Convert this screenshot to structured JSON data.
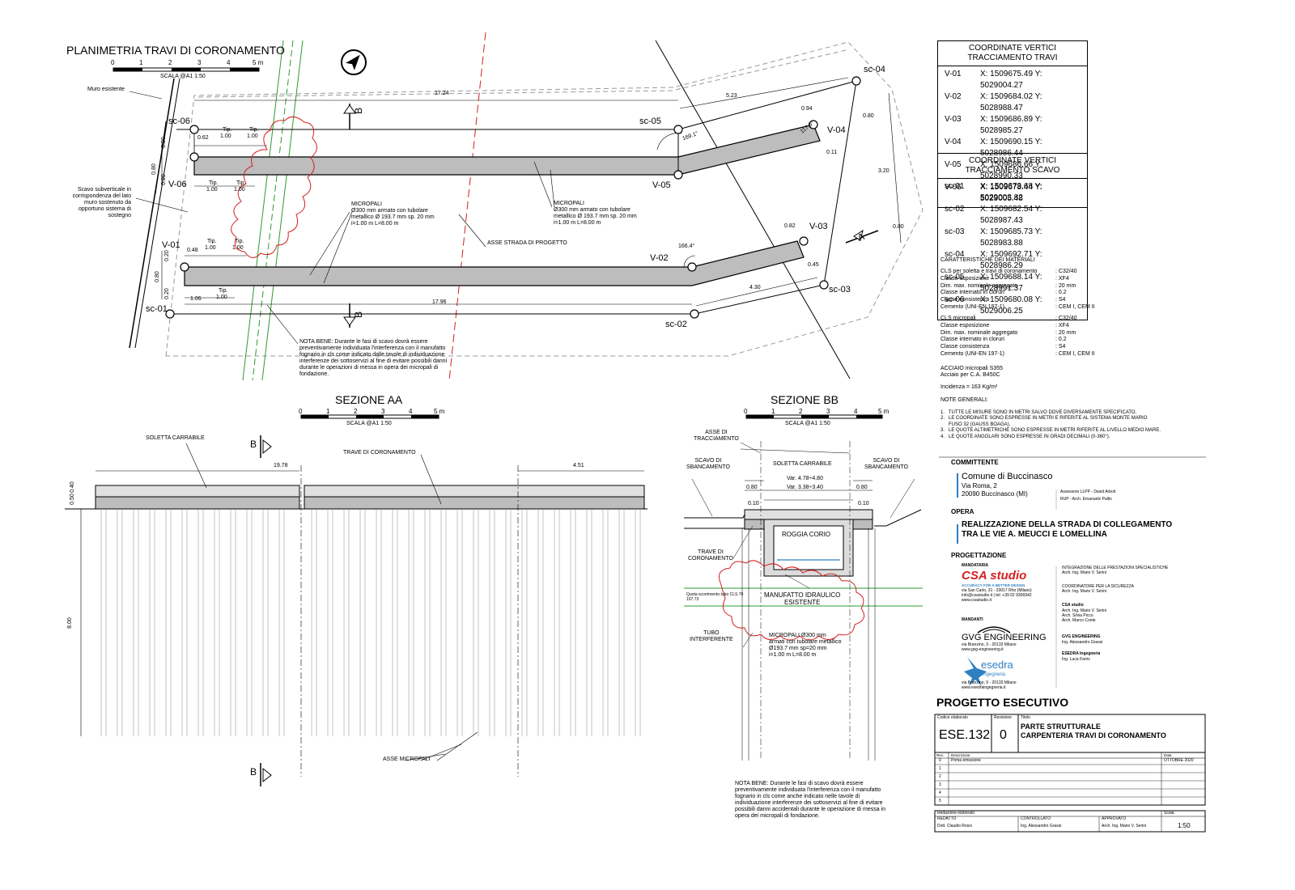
{
  "plan": {
    "title": "PLANIMETRIA TRAVI DI CORONAMENTO",
    "scale_label": "SCALA @A1 1:50",
    "scale_ticks": [
      "0",
      "1",
      "2",
      "3",
      "4",
      "5 m"
    ],
    "muro_esistente": "Muro esistente",
    "scavo_note": "Scavo subverticale in\ncorrispondenza del lato\nmuro sostenuto da\nopportuno sistema di\nsostegno",
    "asse_strada": "ASSE STRADA DI PROGETTO",
    "micropali_1": "MICROPALI\nØ300 mm armato con tubolare\nmetallico Ø 193.7 mm sp. 20 mm\ni=1.00 m L=8.00 m",
    "micropali_2": "MICROPALI\nØ300 mm armato con tubolare\nmetallico Ø 193.7 mm sp. 20 mm\ni=1.00 m L=8.00 m",
    "nota_bene": "NOTA BENE: Durante le fasi di scavo dovrà essere\npreventivamente individuata l'interferenza con il manufatto\nfognario in cls come indicato dalle tavole di individuazione\ninterferenze dei sottoservizi al fine di evitare possibili danni\ndurante le operazioni di messa in opera dei micropali di\nfondazione.",
    "points": {
      "sc06": "sc-06",
      "sc05": "sc-05",
      "sc04": "sc-04",
      "sc03": "sc-03",
      "sc02": "sc-02",
      "sc01": "sc-01",
      "v06": "V-06",
      "v05": "V-05",
      "v04": "V-04",
      "v03": "V-03",
      "v02": "V-02",
      "v01": "V-01"
    },
    "dims": {
      "d1724": "17.24",
      "d523": "5.23",
      "d094": "0.94",
      "d080a": "0.80",
      "d320": "3.20",
      "d080b": "0.80",
      "d082": "0.82",
      "d045": "0.45",
      "d430": "4.30",
      "d1796": "17.96",
      "d106": "1.06",
      "d048": "0.48",
      "d062": "0.62",
      "d020a": "0.20",
      "d080c": "0.80",
      "d020b": "0.20",
      "d020c": "0.20",
      "d080d": "0.80",
      "d020d": "0.20",
      "tip": "Tip.",
      "d100": "1.00",
      "d011": "0.11",
      "ang1664": "166.4°",
      "ang1176": "117.6°",
      "ang1691": "169.1°"
    },
    "section_b": "B",
    "section_a": "A"
  },
  "sezione_aa": {
    "title": "SEZIONE AA",
    "scale_label": "SCALA @A1 1:50",
    "scale_ticks": [
      "0",
      "1",
      "2",
      "3",
      "4",
      "5 m"
    ],
    "soletta": "SOLETTA CARRABILE",
    "trave": "TRAVE DI CORONAMENTO",
    "d1978": "19.78",
    "d451": "4.51",
    "d050": "0.50",
    "d040": "0.40",
    "d800": "8.00",
    "asse_micropali": "ASSE MICROPALI",
    "b": "B"
  },
  "sezione_bb": {
    "title": "SEZIONE BB",
    "scale_label": "SCALA @A1 1:50",
    "scale_ticks": [
      "0",
      "1",
      "2",
      "3",
      "4",
      "5 m"
    ],
    "asse_tracciamento": "ASSE DI\nTRACCIAMENTO",
    "scavo_left": "SCAVO DI\nSBANCAMENTO",
    "scavo_right": "SCAVO DI\nSBANCAMENTO",
    "soletta": "SOLETTA CARRABILE",
    "var1": "Var. 4.78÷4.80",
    "var2": "Var. 3.38÷3.40",
    "d080": "0.80",
    "d010": "0.10",
    "roggia": "ROGGIA CORIO",
    "trave": "TRAVE DI\nCORONAMENTO",
    "manufatto": "MANUFATTO IDRAULICO\nESISTENTE",
    "quota": "Quota scorrimento tubo CLS 70\n107.73",
    "tubo": "TUBO\nINTERFERENTE",
    "micropali": "MICROPALI Ø300 mm\narmati con tubolare metallico\nØ193.7 mm sp=20 mm\ni=1.00 m L=8.00 m",
    "nota_bene": "NOTA BENE: Durante le fasi di scavo dovrà essere\npreventivamente individuata l'interferenza con il manufatto\nfognario in cls come anche indicato nelle tavole di\nindividuazione interferenze dei sottoservizi al fine di evitare\npossibili danni accidentali durante le operazione di messa in\nopera dei micropali di fondazione."
  },
  "coord_travi": {
    "title": "COORDINATE VERTICI\nTRACCIAMENTO TRAVI",
    "rows": [
      [
        "V-01",
        "X: 1509675.49 Y: 5029004.27"
      ],
      [
        "V-02",
        "X: 1509684.02 Y: 5028988.47"
      ],
      [
        "V-03",
        "X: 1509686.89 Y: 5028985.27"
      ],
      [
        "V-04",
        "X: 1509690.15 Y: 5028986.44"
      ],
      [
        "V-05",
        "X: 1509686.66 Y: 5028990.33"
      ],
      [
        "V-06",
        "X: 1509678.44 Y: 5029005.48"
      ]
    ]
  },
  "coord_scavo": {
    "title": "COORDINATE VERTICI\nTRACCIAMENTO SCAVO",
    "rows": [
      [
        "sc-01",
        "X: 1509673.68 Y: 5029003.82"
      ],
      [
        "sc-02",
        "X: 1509682.54 Y: 5028987.43"
      ],
      [
        "sc-03",
        "X: 1509685.73 Y: 5028983.88"
      ],
      [
        "sc-04",
        "X: 1509692.71 Y: 5028986.29"
      ],
      [
        "sc-05",
        "X: 1509688.14 Y: 5028991.37"
      ],
      [
        "sc-06",
        "X: 1509680.08 Y: 5029006.25"
      ]
    ]
  },
  "materials": {
    "title": "CARATTERISTICHE DEI MATERIALI",
    "cls1": [
      [
        "CLS per soletta e travi di coronamento",
        ": C32/40"
      ],
      [
        "Classe esposizione",
        ": XF4"
      ],
      [
        "Dim. max. nominale aggregato",
        ": 20 mm"
      ],
      [
        "Classe internato in cloruri",
        ": 0.2"
      ],
      [
        "Classe consistenza",
        ": S4"
      ],
      [
        "Cemento (UNI-EN 197-1)",
        ": CEM I, CEM II"
      ]
    ],
    "cls2": [
      [
        "CLS micropali",
        ": C32/40"
      ],
      [
        "Classe esposizione",
        ": XF4"
      ],
      [
        "Dim. max. nominale aggregato",
        ": 20 mm"
      ],
      [
        "Classe internato in cloruri",
        ": 0.2"
      ],
      [
        "Classe consistenza",
        ": S4"
      ],
      [
        "Cemento (UNI-EN 197-1)",
        ": CEM I, CEM II"
      ]
    ],
    "acciaio": "ACCIAIO micropali S355\nAcciaio per C.A. B450C",
    "incidenza": "Incidenza = 163 Kg/m³"
  },
  "note_generali": {
    "title": "NOTE GENERALI:",
    "items": [
      "1.   TUTTE LE MISURE SONO IN METRI SALVO DOVE DIVERSAMENTE SPECIFICATO.",
      "2.   LE COORDINATE SONO ESPRESSE IN METRI E RIFERITE AL SISTEMA MONTE MARIO",
      "      FUSO 32 (GAUSS BOAGA).",
      "3.   LE QUOTE ALTIMETRICHE SONO ESPRESSE IN METRI RIFERITE AL LIVELLO MEDIO MARE.",
      "4.   LE QUOTE ANGOLARI SONO ESPRESSE IN GRADI DECIMALI (0-360°)."
    ]
  },
  "committente": {
    "label": "COMMITTENTE",
    "name": "Comune di Buccinasco",
    "addr1": "Via Roma, 2",
    "addr2": "20090 Buccinasco (MI)",
    "assessore": "Assessore LLPP - David Arboit",
    "rup": "RUP - Arch. Emanuele Pallio"
  },
  "opera": {
    "label": "OPERA",
    "line1": "REALIZZAZIONE DELLA STRADA DI COLLEGAMENTO",
    "line2": "TRA LE VIE A. MEUCCI E LOMELLINA"
  },
  "progettazione": {
    "label": "PROGETTAZIONE",
    "mandataria": "MANDATARIA",
    "csa_logo": "CSA studio",
    "csa_tag": "ACCURACY FOR A BETTER DESIGN",
    "csa_addr": "via San Carlo, 31 - 20017 Rho (Milano)\ninfo@csastudio.it | tel: +39 02 9306942\nwww.csastudio.it",
    "mandanti": "MANDANTI",
    "gvg_logo": "GVG ENGINEERING",
    "gvg_addr": "via Branzino, 9 - 20133 Milano\nwww.gvg-engineering.it",
    "esedra_logo": "esedra",
    "esedra_sub": "ingegneria",
    "esedra_addr": "via Branzino, 9 - 20133 Milano\nwww.esedraingegneria.it",
    "integrazione": "INTEGRAZIONE DELLE PRESTAZIONI SPECIALISTICHE\nArch. Ing. Mario V. Serini",
    "coordinatore": "COORDINATORE PER LA SICUREZZA\nArch. Ing. Mario V. Serini",
    "csa_team_title": "CSA studio",
    "csa_team": "Arch. Ing. Mario V. Serini\nArch. Silvia Picco\nArch. Marco Conte",
    "gvg_team_title": "GVG ENGINEERING",
    "gvg_team": "Ing. Alessandro Grassi",
    "esedra_team_title": "ESEDRA Ingegneria",
    "esedra_team": "Ing. Luca Farris"
  },
  "progetto": "PROGETTO ESECUTIVO",
  "titleblock": {
    "codice_label": "Codice elaborato",
    "revisione_label": "Revisione",
    "titolo_label": "Titolo",
    "codice": "ESE.132",
    "revisione": "0",
    "titolo1": "PARTE STRUTTURALE",
    "titolo2": "CARPENTERIA TRAVI DI CORONAMENTO",
    "rev_hdr": "Rev.",
    "desc_hdr": "Descrizione",
    "data_hdr": "Data",
    "revs": [
      [
        "0",
        "Prima emissione",
        "OTTOBRE 2020"
      ],
      [
        "1",
        "",
        ""
      ],
      [
        "2",
        "",
        ""
      ],
      [
        "3",
        "",
        ""
      ],
      [
        "4",
        "",
        ""
      ],
      [
        "5",
        "",
        ""
      ]
    ],
    "redazione_label": "Redazione elaborato",
    "scala_label": "Scala",
    "redatto_label": "REDATTO",
    "controllato_label": "CONTROLLATO",
    "approvato_label": "APPROVATO",
    "redatto": "Dott. Claudio Rossi",
    "controllato": "Ing. Alessandro Grassi",
    "approvato": "Arch. Ing. Mario V. Serini",
    "scala": "1:50"
  }
}
